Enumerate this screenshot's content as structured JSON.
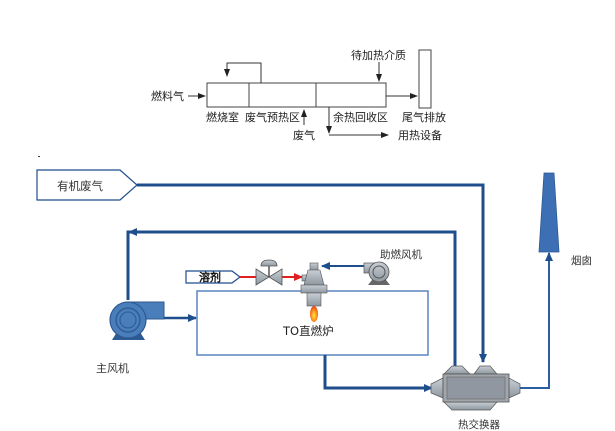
{
  "top_diagram": {
    "fuel_gas_label": "燃料气",
    "combustion_chamber_label": "燃烧室",
    "exhaust_preheat_label": "废气预热区",
    "waste_heat_recovery_label": "余热回收区",
    "medium_to_heat_label": "待加热介质",
    "tail_gas_label": "尾气排放",
    "exhaust_gas_label": "废气",
    "heat_equipment_label": "用热设备"
  },
  "bottom_diagram": {
    "organic_exhaust_label": "有机废气",
    "solvent_label": "溶剂",
    "combustion_fan_label": "助燃风机",
    "furnace_label": "TO直燃炉",
    "main_fan_label": "主风机",
    "heat_exchanger_label": "热交换器",
    "chimney_label": "烟囱"
  },
  "colors": {
    "pipe": "#1f4e8c",
    "equipment_blue": "#4a7ebb",
    "solvent_line": "#e02020",
    "furnace_border": "#5a86c0",
    "gray_equipment": "#a8b0b8"
  }
}
